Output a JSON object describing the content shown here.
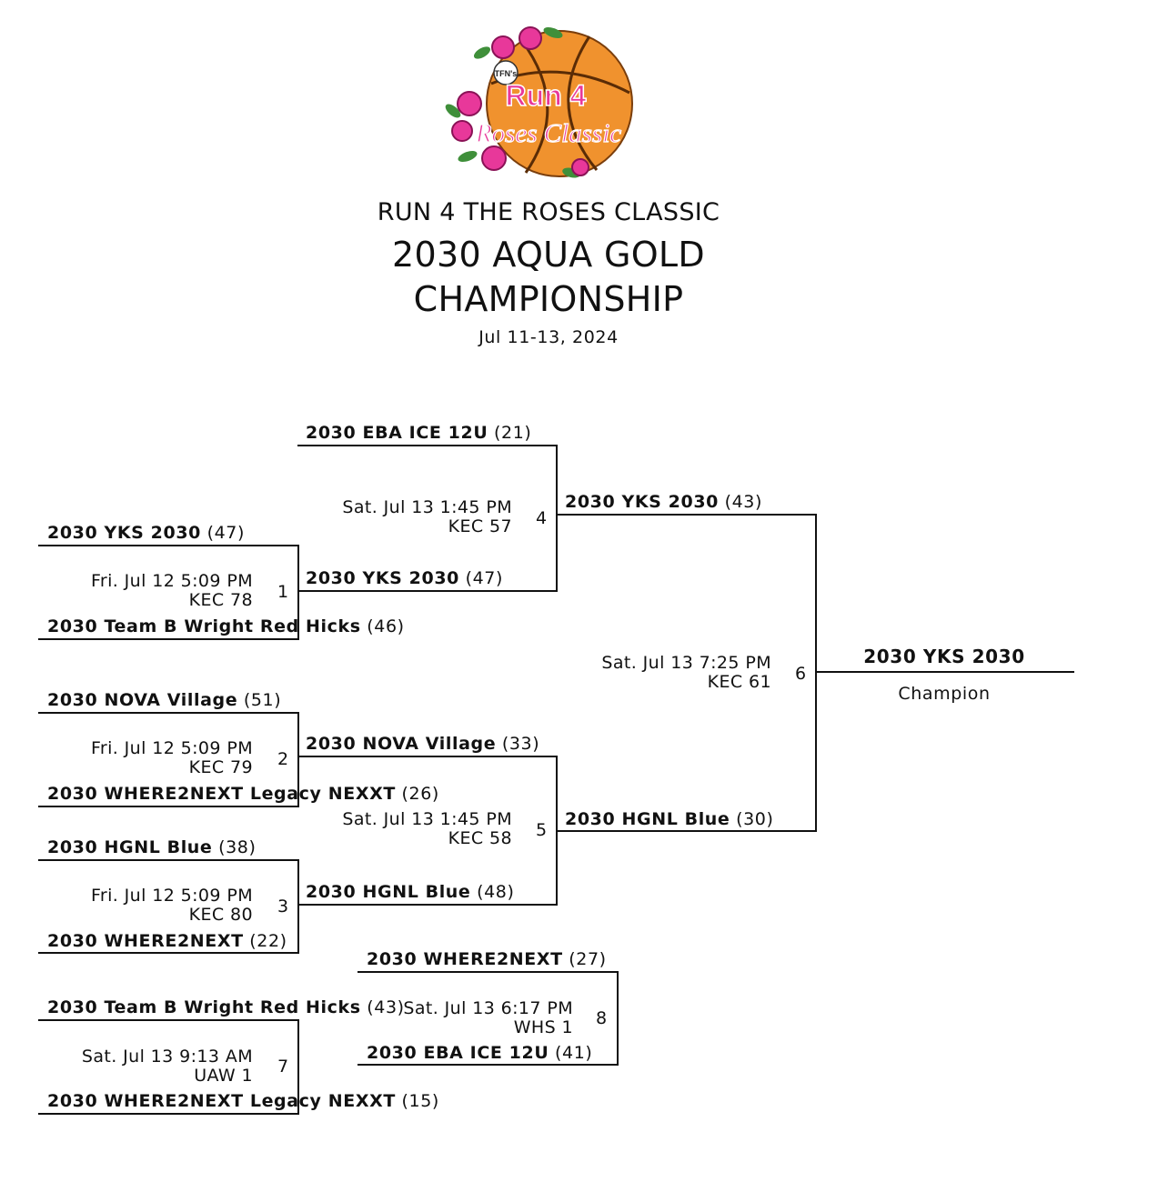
{
  "logo": {
    "prefix": "TFN's",
    "line1": "Run 4",
    "line2": "Roses Classic",
    "colors": {
      "ball": "#f0922e",
      "pink": "#e8389a",
      "leaf": "#3f8f3a"
    }
  },
  "header": {
    "event": "RUN 4 THE ROSES CLASSIC",
    "title_line1": "2030 AQUA GOLD",
    "title_line2": "CHAMPIONSHIP",
    "dates": "Jul 11-13, 2024"
  },
  "games": {
    "g1": {
      "number": "1",
      "time": "Fri. Jul 12 5:09 PM",
      "venue": "KEC 78",
      "top": {
        "name": "2030 YKS 2030",
        "score": "(47)"
      },
      "bottom": {
        "name": "2030 Team B Wright Red Hicks",
        "score": "(46)"
      }
    },
    "g2": {
      "number": "2",
      "time": "Fri. Jul 12 5:09 PM",
      "venue": "KEC 79",
      "top": {
        "name": "2030 NOVA Village",
        "score": "(51)"
      },
      "bottom": {
        "name": "2030 WHERE2NEXT Legacy NEXXT",
        "score": "(26)"
      }
    },
    "g3": {
      "number": "3",
      "time": "Fri. Jul 12 5:09 PM",
      "venue": "KEC 80",
      "top": {
        "name": "2030 HGNL Blue",
        "score": "(38)"
      },
      "bottom": {
        "name": "2030 WHERE2NEXT",
        "score": "(22)"
      }
    },
    "g4": {
      "number": "4",
      "time": "Sat. Jul 13 1:45 PM",
      "venue": "KEC 57",
      "top": {
        "name": "2030 EBA ICE 12U",
        "score": "(21)"
      },
      "bottom": {
        "name": "2030 YKS 2030",
        "score": "(47)"
      }
    },
    "g5": {
      "number": "5",
      "time": "Sat. Jul 13 1:45 PM",
      "venue": "KEC 58",
      "top": {
        "name": "2030 NOVA Village",
        "score": "(33)"
      },
      "bottom": {
        "name": "2030 HGNL Blue",
        "score": "(48)"
      }
    },
    "g6": {
      "number": "6",
      "time": "Sat. Jul 13 7:25 PM",
      "venue": "KEC 61",
      "top": {
        "name": "2030 YKS 2030",
        "score": "(43)"
      },
      "bottom": {
        "name": "2030 HGNL Blue",
        "score": "(30)"
      }
    },
    "g7": {
      "number": "7",
      "time": "Sat. Jul 13 9:13 AM",
      "venue": "UAW 1",
      "top": {
        "name": "2030 Team B Wright Red Hicks",
        "score": "(43)"
      },
      "bottom": {
        "name": "2030 WHERE2NEXT Legacy NEXXT",
        "score": "(15)"
      }
    },
    "g8": {
      "number": "8",
      "time": "Sat. Jul 13 6:17 PM",
      "venue": "WHS 1",
      "top": {
        "name": "2030 WHERE2NEXT",
        "score": "(27)"
      },
      "bottom": {
        "name": "2030 EBA ICE 12U",
        "score": "(41)"
      }
    }
  },
  "champion": {
    "name": "2030 YKS 2030",
    "label": "Champion"
  }
}
